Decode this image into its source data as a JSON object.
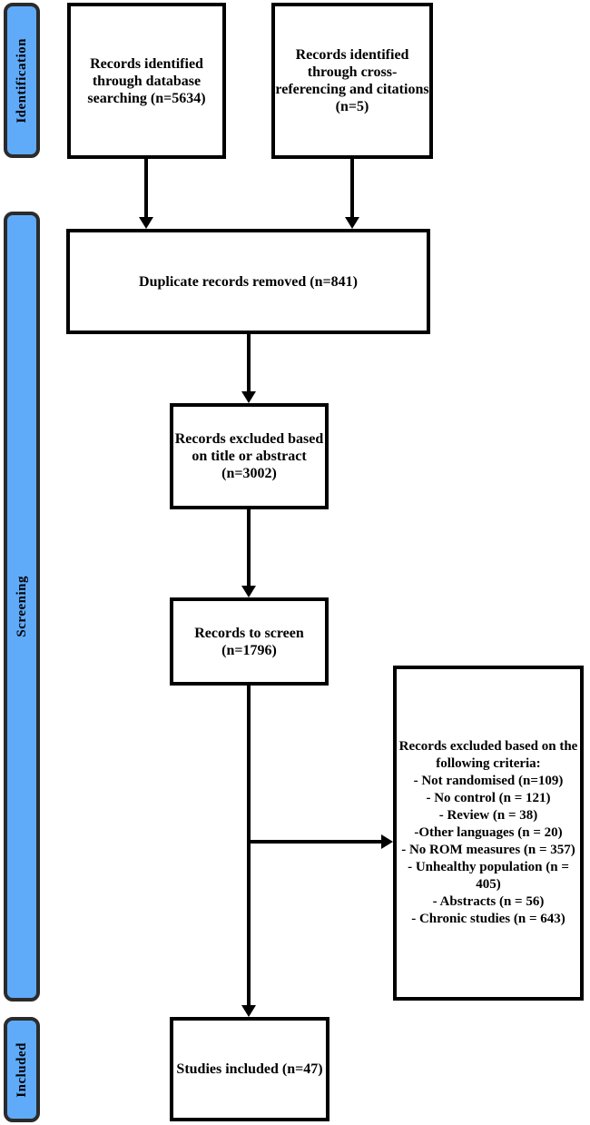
{
  "colors": {
    "stage_fill": "#5FABFA",
    "stage_border": "#2B2B2B",
    "box_border": "#000000",
    "background": "#FFFFFF",
    "text": "#000000"
  },
  "stages": {
    "identification": {
      "label": "Identification"
    },
    "screening": {
      "label": "Screening"
    },
    "included": {
      "label": "Included"
    }
  },
  "boxes": {
    "database": {
      "lines": [
        "Records identified",
        "through database",
        "searching (n=5634)"
      ]
    },
    "crossref": {
      "lines": [
        "Records identified",
        "through cross-",
        "referencing and citations",
        "(n=5)"
      ]
    },
    "duplicates": {
      "lines": [
        "Duplicate records removed (n=841)"
      ]
    },
    "excluded_title_abstract": {
      "lines": [
        "Records excluded based",
        "on title or abstract",
        "(n=3002)"
      ]
    },
    "to_screen": {
      "lines": [
        "Records to screen",
        "(n=1796)"
      ]
    },
    "excluded_criteria": {
      "lines": [
        "Records excluded based on the",
        "following criteria:",
        "- Not randomised (n=109)",
        "- No control (n = 121)",
        "- Review (n = 38)",
        "-Other languages (n = 20)",
        "- No ROM measures (n = 357)",
        "- Unhealthy population (n =",
        "405)",
        "- Abstracts (n = 56)",
        "- Chronic studies (n = 643)"
      ]
    },
    "studies_included": {
      "lines": [
        "Studies included (n=47)"
      ]
    }
  }
}
